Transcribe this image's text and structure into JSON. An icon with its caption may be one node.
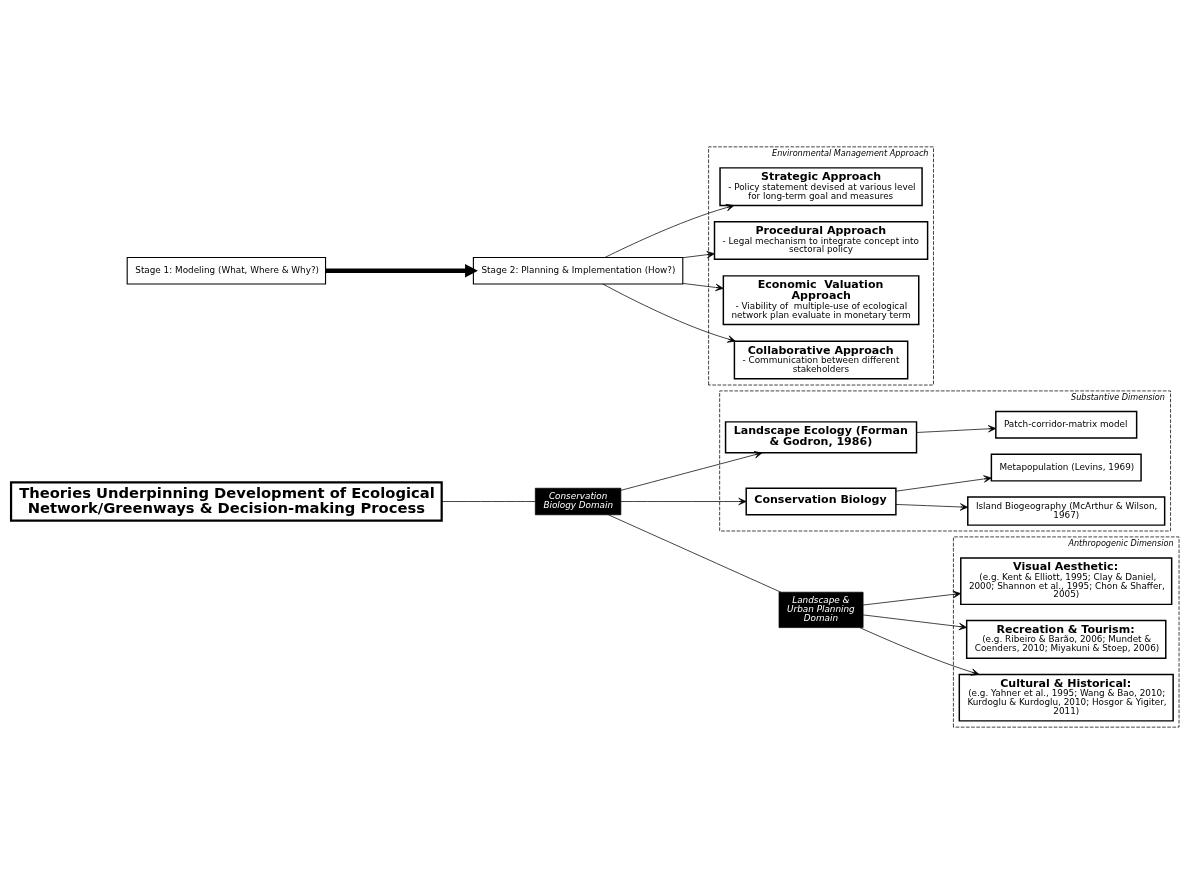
{
  "diagram": {
    "nodes": [
      {
        "text": [
          "Theories Underpinning Development of Ecological Network/Greenways & Decision-making Process"
        ]
      },
      {
        "text": [
          "Conservation Biology Domain"
        ]
      },
      {
        "text": [
          "Substantive Dimension"
        ]
      },
      {
        "text": [
          "Landscape Ecology (Forman & Godron, 1986)"
        ],
        "in": 2
      },
      {
        "text": [
          "Patch-corridor-matrix model"
        ],
        "in": 2
      },
      {
        "text": [
          "Conservation Biology"
        ],
        "in": 2
      },
      {
        "text": [
          "Island Biogeography (McArthur & Wilson, 1967)"
        ],
        "in": 2
      },
      {
        "text": [
          "Metapopulation (Levins, 1969)"
        ],
        "in": 2
      },
      {
        "text": [
          "Landscape & Urban Planning  Domain"
        ]
      },
      {
        "text": [
          "Anthropogenic Dimension"
        ]
      },
      {
        "text": [
          "Visual Aesthetic:",
          "(e.g. Kent & Elliott, 1995; Clay & Daniel, 2000; Shannon et al., 1995; Chon & Shaffer, 2005)"
        ],
        "in": 9
      },
      {
        "text": [
          "Recreation & Tourism:",
          "(e.g. Ribeiro & Barão, 2006; Mundet & Coenders, 2010; Miyakuni & Stoep, 2006)"
        ],
        "in": 9
      },
      {
        "text": [
          "Cultural & Historical:",
          "(e.g. Yahner et al., 1995; Wang & Bao, 2010; Kurdoglu & Kurdoglu, 2010; Hosgor & Yigiter, 2011)"
        ],
        "in": 9
      },
      {
        "text": [
          "Stage 1: Modeling (What, Where & Why?)"
        ]
      },
      {
        "text": [
          "Stage 2: Planning & Implementation (How?)"
        ]
      },
      {
        "text": [
          "Environmental Management Approach"
        ]
      },
      {
        "text": [
          "Strategic Approach",
          "- Policy statement devised at various level for long-term goal and measures"
        ],
        "in": 15
      },
      {
        "text": [
          "Procedural Approach",
          "- Legal mechanism to integrate concept into sectoral policy"
        ],
        "in": 15
      },
      {
        "text": [
          "Economic  Valuation Approach",
          "- Viability of  multiple-use of ecological network plan evaluate in monetary term"
        ],
        "in": 15
      },
      {
        "text": [
          "Collaborative Approach",
          "- Communication between different stakeholders"
        ],
        "in": 15
      }
    ],
    "edges": [
      {
        "from": 0,
        "to": 1,
        "arrow": "none"
      },
      {
        "from": 1,
        "to": 8,
        "arrow": "none"
      },
      {
        "from": 1,
        "to": 3,
        "arrow": "to"
      },
      {
        "from": 1,
        "to": 5,
        "arrow": "to"
      },
      {
        "from": 3,
        "to": 4,
        "arrow": "to"
      },
      {
        "from": 5,
        "to": 6,
        "arrow": "to"
      },
      {
        "from": 5,
        "to": 7,
        "arrow": "to"
      },
      {
        "from": 8,
        "to": 10,
        "arrow": "to"
      },
      {
        "from": 8,
        "to": 11,
        "arrow": "to"
      },
      {
        "from": 8,
        "to": 12,
        "arrow": "to"
      },
      {
        "from": 13,
        "to": 14,
        "arrow": "to",
        "style": "thick"
      },
      {
        "from": 14,
        "to": 16,
        "arrow": "to"
      },
      {
        "from": 14,
        "to": 17,
        "arrow": "to"
      },
      {
        "from": 14,
        "to": 18,
        "arrow": "to"
      },
      {
        "from": 14,
        "to": 19,
        "arrow": "to"
      }
    ]
  }
}
